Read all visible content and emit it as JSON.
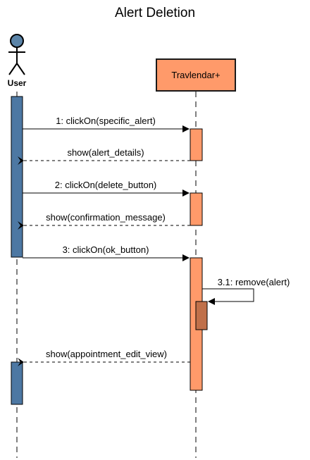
{
  "title": "Alert Deletion",
  "actor": {
    "label": "User"
  },
  "participant": {
    "label": "Travlendar+"
  },
  "messages": [
    {
      "label": "1: clickOn(specific_alert)",
      "kind": "call"
    },
    {
      "label": "show(alert_details)",
      "kind": "return"
    },
    {
      "label": "2: clickOn(delete_button)",
      "kind": "call"
    },
    {
      "label": "show(confirmation_message)",
      "kind": "return"
    },
    {
      "label": "3: clickOn(ok_button)",
      "kind": "call"
    },
    {
      "label": "3.1: remove(alert)",
      "kind": "self"
    },
    {
      "label": "show(appointment_edit_view)",
      "kind": "return"
    }
  ],
  "colors": {
    "actor_fill": "#5b84a8",
    "actor_activation": "#4d78a3",
    "participant_fill": "#ff9a6a",
    "participant_border": "#1a1a1a",
    "activation_fill": "#ff9a6a",
    "nested_activation": "#c0704a"
  }
}
